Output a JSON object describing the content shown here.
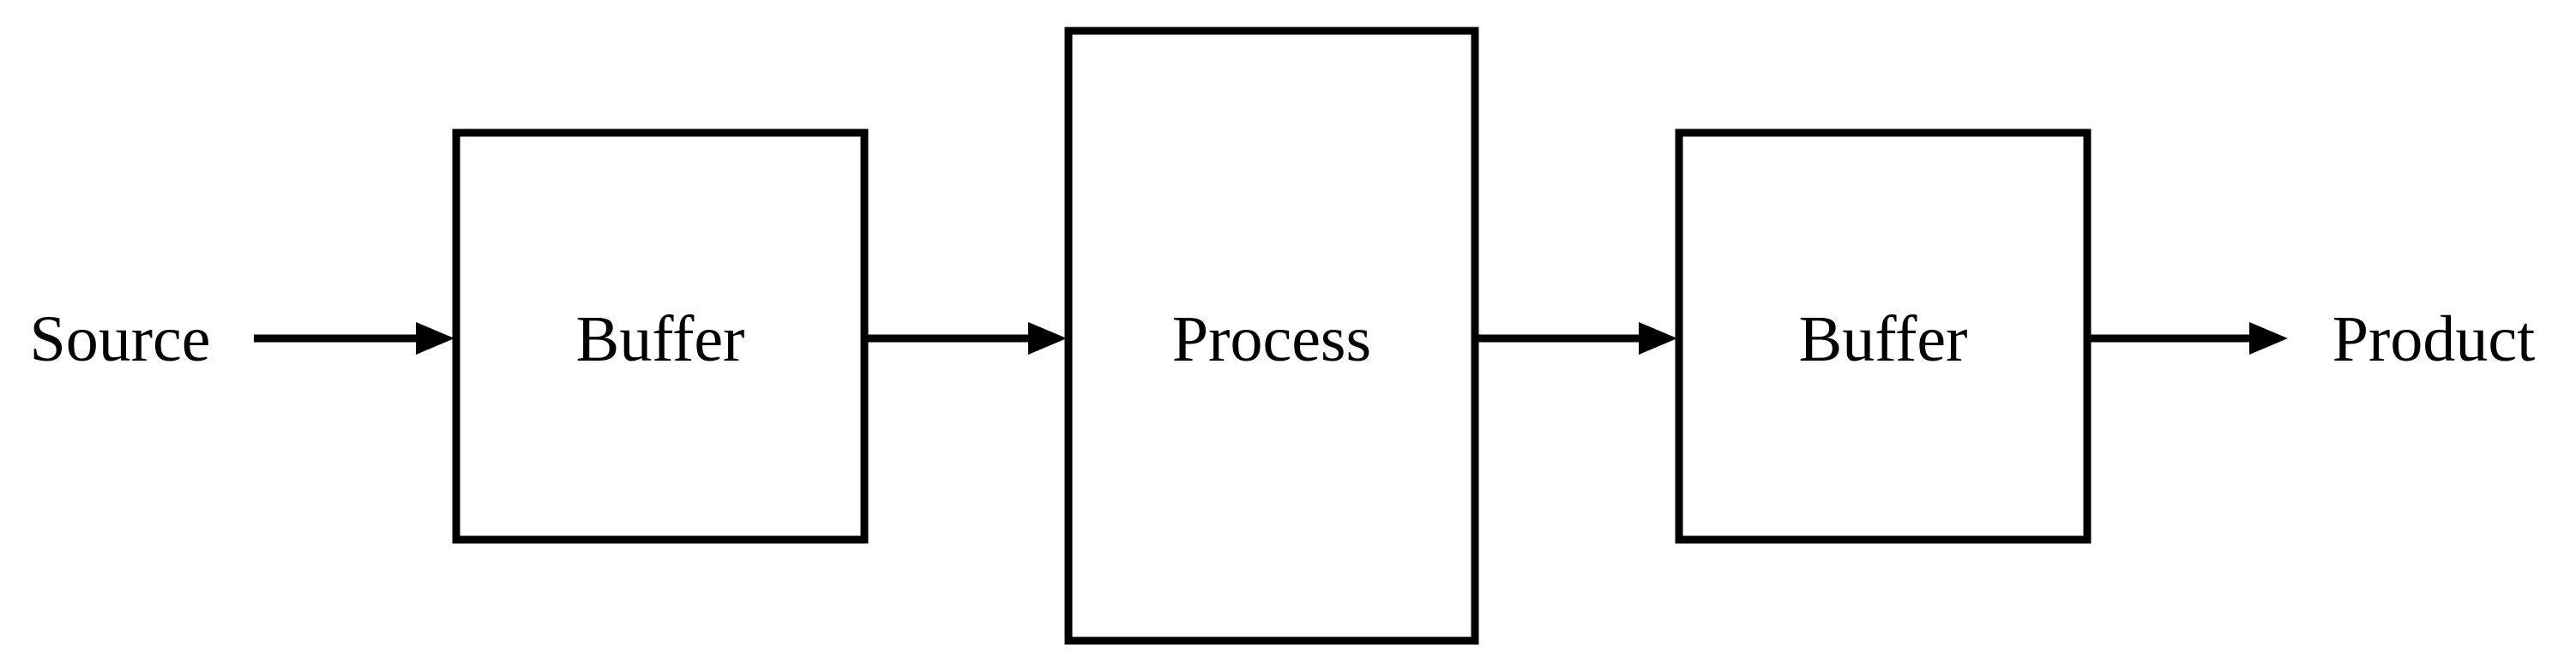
{
  "diagram": {
    "nodes": {
      "source": "Source",
      "buffer_in": "Buffer",
      "process": "Process",
      "buffer_out": "Buffer",
      "product": "Product"
    }
  }
}
